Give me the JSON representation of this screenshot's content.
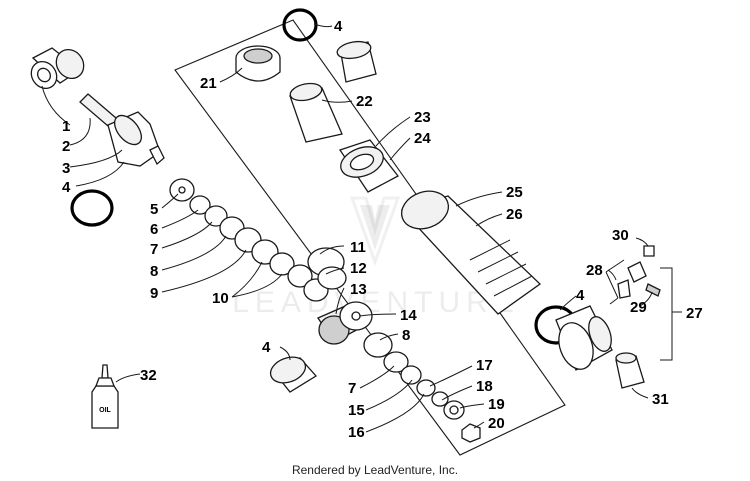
{
  "diagram": {
    "watermark": "LEADVENTURE",
    "footer": "Rendered by LeadVenture, Inc.",
    "oil_label": "OIL",
    "callouts": [
      "1",
      "2",
      "3",
      "4",
      "5",
      "6",
      "7",
      "8",
      "9",
      "10",
      "11",
      "12",
      "13",
      "14",
      "8",
      "4",
      "7",
      "15",
      "16",
      "17",
      "18",
      "19",
      "20",
      "4",
      "21",
      "22",
      "23",
      "24",
      "25",
      "26",
      "30",
      "28",
      "29",
      "27",
      "4",
      "31",
      "32"
    ]
  }
}
